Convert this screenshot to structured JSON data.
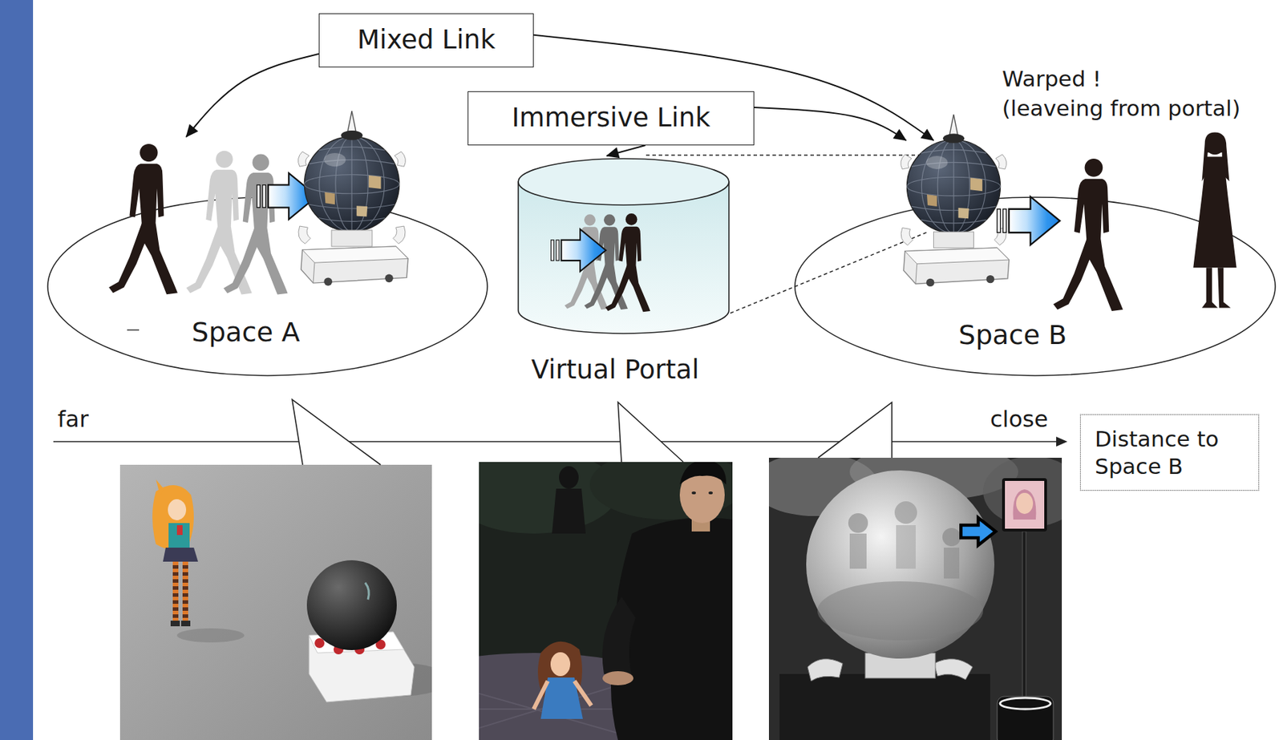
{
  "diagram": {
    "nodes": [
      {
        "text": [
          "Mixed Link"
        ]
      },
      {
        "text": [
          "Immersive Link"
        ]
      },
      {
        "text": [
          "Space A"
        ]
      },
      {
        "text": [
          "Virtual Portal"
        ]
      },
      {
        "text": [
          "Space B"
        ]
      },
      {
        "text": [
          "Distance to Space B"
        ]
      }
    ],
    "edges": [
      {
        "from": 0,
        "to": 2,
        "arrow": "to"
      },
      {
        "from": 0,
        "to": 4,
        "arrow": "to"
      },
      {
        "from": 1,
        "to": 3,
        "arrow": "to"
      },
      {
        "from": 1,
        "to": 4,
        "arrow": "to"
      }
    ],
    "labels": [
      "Warped !",
      "(leaveing from portal)",
      "far",
      "close"
    ]
  }
}
